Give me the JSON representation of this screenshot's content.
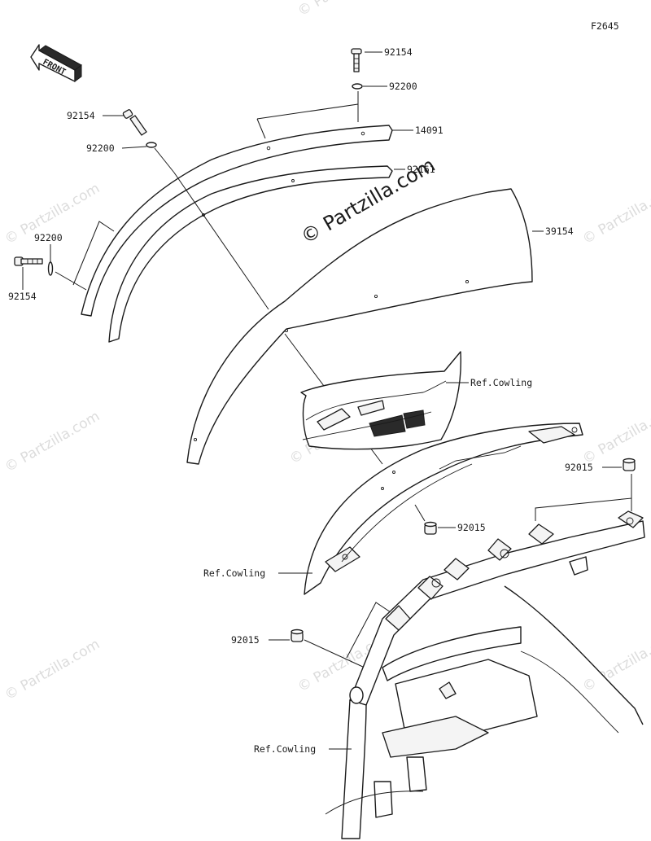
{
  "diagram_code": "F2645",
  "front_label": "FRONT",
  "watermark": "© Partzilla.com",
  "callouts": {
    "bolt_top": "92154",
    "washer_top": "92200",
    "windshield_trim": "14091",
    "bolt_left_upper": "92154",
    "washer_left_upper": "92200",
    "damper": "92161",
    "washer_left_lower": "92200",
    "bolt_left_lower": "92154",
    "windshield": "39154",
    "ref_cowling_upper": "Ref.Cowling",
    "grommet_right": "92015",
    "grommet_center": "92015",
    "ref_cowling_middle": "Ref.Cowling",
    "grommet_left": "92015",
    "ref_cowling_lower": "Ref.Cowling"
  }
}
